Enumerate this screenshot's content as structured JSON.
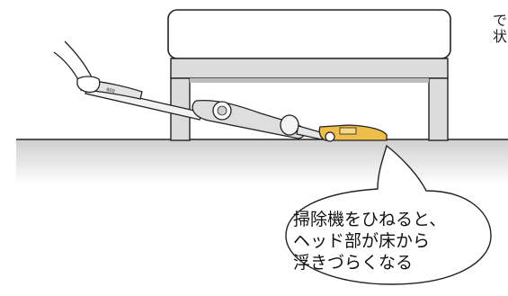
{
  "edge_marks": [
    "で",
    "状"
  ],
  "caption": {
    "lines": [
      "掃除機をひねると、",
      "ヘッド部が床から",
      "浮きづらくなる"
    ]
  },
  "vacuum": {
    "handle_text": "800"
  },
  "colors": {
    "floor_top": "#d6d6d6",
    "floor_gradient_end": "#ffffff",
    "bed_frame": "#dcdcdc",
    "head_accent": "#e9b53c",
    "outline": "#222222"
  }
}
